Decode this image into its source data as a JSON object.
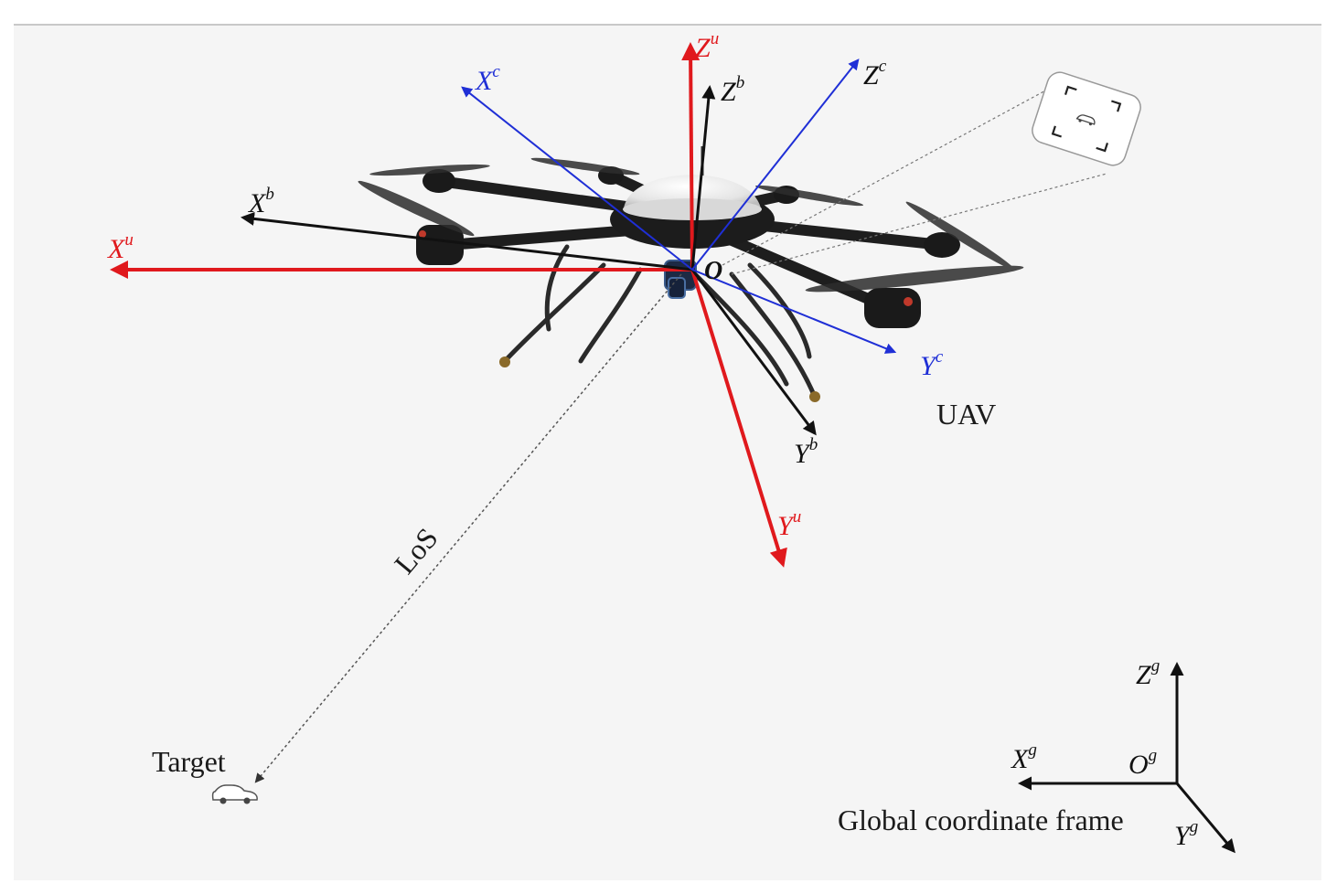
{
  "colors": {
    "background": "#f5f5f5",
    "uav_frame": "#e0191d",
    "camera_frame": "#1f2fd6",
    "body_frame": "#111111",
    "global_frame": "#111111",
    "drone_body": "#222222"
  },
  "origin_label": "O",
  "uav_frame": {
    "x": "X",
    "x_sup": "u",
    "y": "Y",
    "y_sup": "u",
    "z": "Z",
    "z_sup": "u"
  },
  "camera_frame": {
    "x": "X",
    "x_sup": "c",
    "y": "Y",
    "y_sup": "c",
    "z": "Z",
    "z_sup": "c"
  },
  "body_frame": {
    "x": "X",
    "x_sup": "b",
    "y": "Y",
    "y_sup": "b",
    "z": "Z",
    "z_sup": "b"
  },
  "global_frame": {
    "x": "X",
    "x_sup": "g",
    "y": "Y",
    "y_sup": "g",
    "z": "Z",
    "z_sup": "g",
    "origin": "O",
    "origin_sup": "g",
    "caption": "Global coordinate frame"
  },
  "labels": {
    "uav": "UAV",
    "los": "LoS",
    "target": "Target"
  },
  "icons": {
    "drone": "hexacopter-drone-icon",
    "target_car": "car-icon",
    "camera_view": "camera-view-icon"
  }
}
